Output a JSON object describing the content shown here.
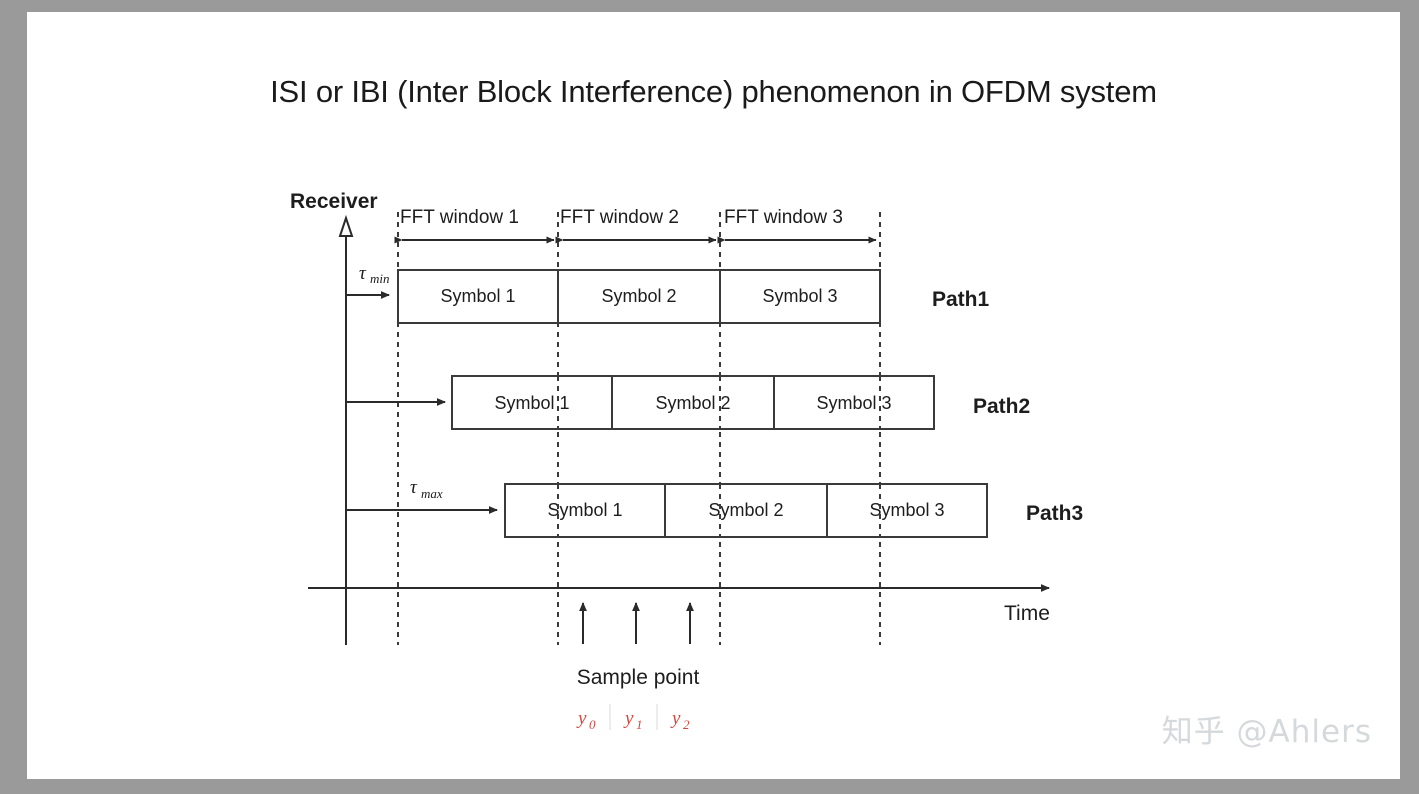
{
  "slide": {
    "title": "ISI or IBI (Inter Block Interference) phenomenon in OFDM system",
    "watermark": "知乎 @Ahlers",
    "border_color": "#9a9a9a",
    "background": "#ffffff"
  },
  "axes": {
    "vertical_label": "Receiver",
    "horizontal_label": "Time"
  },
  "fft_windows": [
    {
      "label": "FFT window 1"
    },
    {
      "label": "FFT window 2"
    },
    {
      "label": "FFT window 3"
    }
  ],
  "paths": [
    {
      "name": "Path1",
      "delay_label": "τ",
      "delay_sub": "min",
      "symbols": [
        "Symbol 1",
        "Symbol 2",
        "Symbol 3"
      ]
    },
    {
      "name": "Path2",
      "delay_label": "",
      "delay_sub": "",
      "symbols": [
        "Symbol 1",
        "Symbol 2",
        "Symbol 3"
      ]
    },
    {
      "name": "Path3",
      "delay_label": "τ",
      "delay_sub": "max",
      "symbols": [
        "Symbol 1",
        "Symbol 2",
        "Symbol 3"
      ]
    }
  ],
  "sampling": {
    "caption": "Sample point",
    "values": [
      {
        "symbol": "y",
        "sub": "0"
      },
      {
        "symbol": "y",
        "sub": "1"
      },
      {
        "symbol": "y",
        "sub": "2"
      }
    ],
    "value_color": "#cc4b43"
  }
}
